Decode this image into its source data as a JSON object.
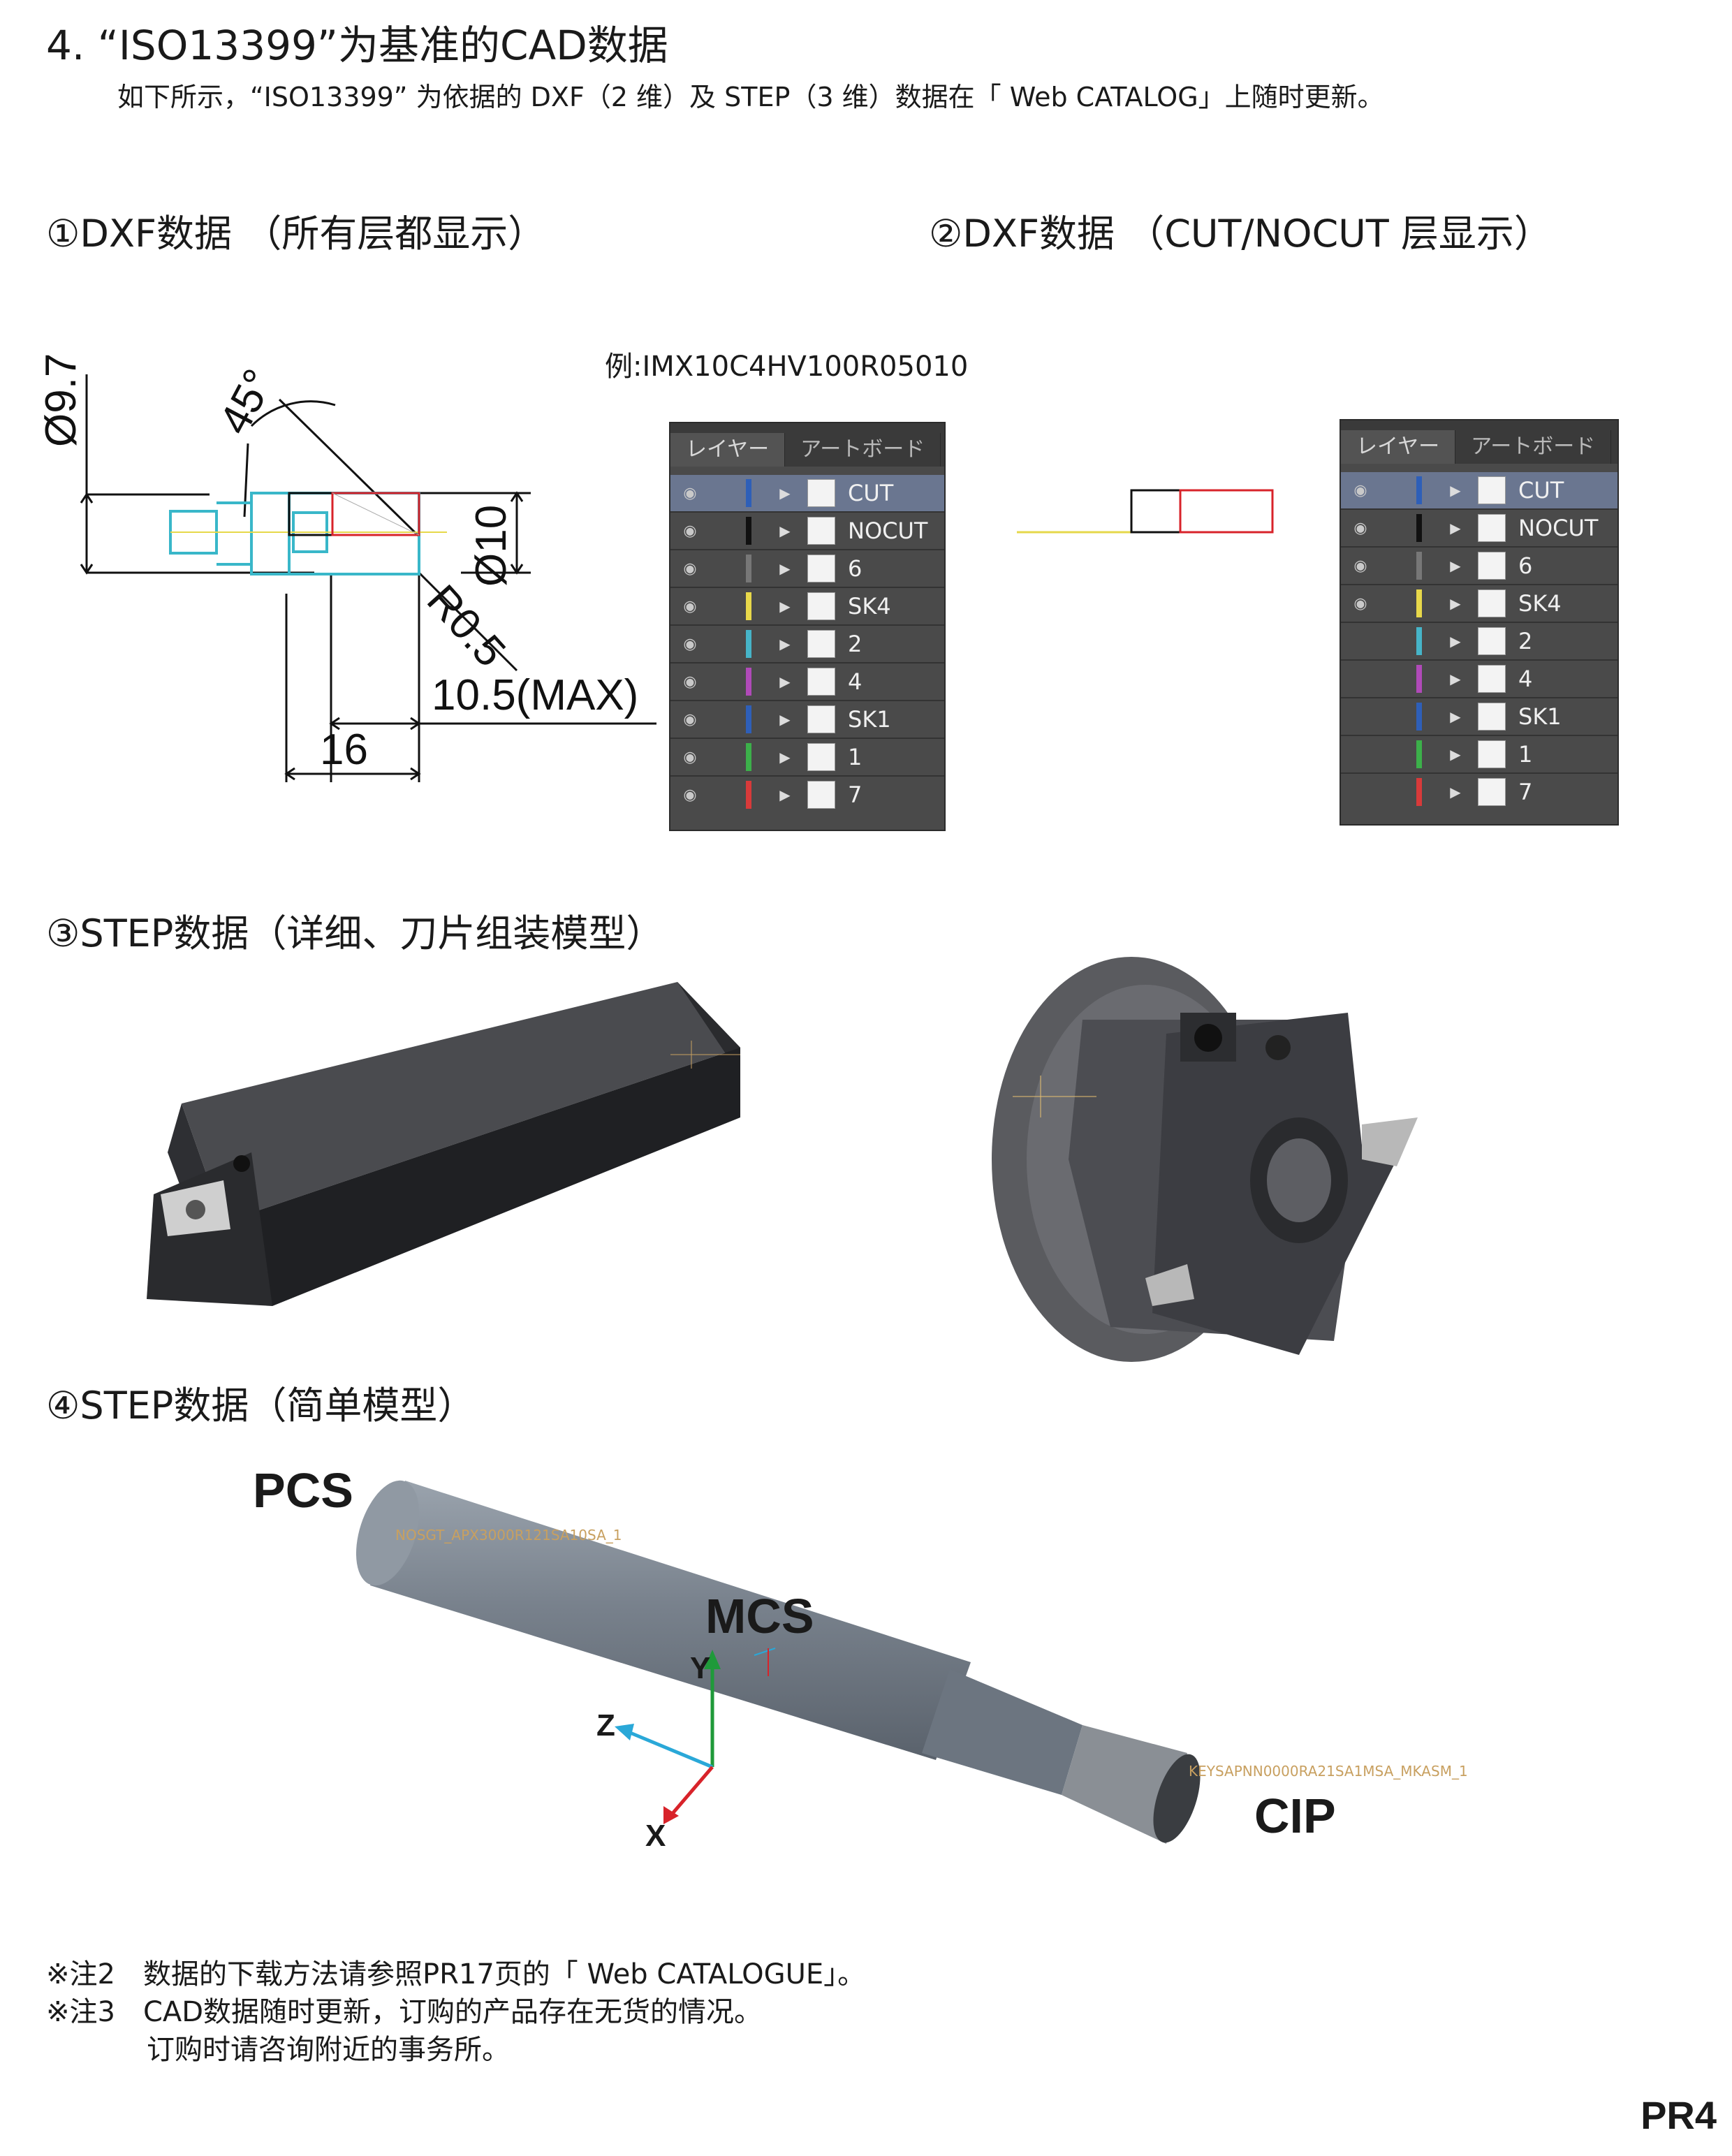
{
  "header": {
    "title": "4.  “ISO13399”为基准的CAD数据",
    "intro": "如下所示，“ISO13399” 为依据的 DXF（2 维）及 STEP（3 维）数据在「 Web CATALOG」上随时更新。"
  },
  "sections": {
    "dxf_all": "①DXF数据 （所有层都显示）",
    "dxf_cut": "②DXF数据 （CUT/NOCUT 层显示）",
    "step_detail": "③STEP数据（详细、刀片组装模型）",
    "step_simple": "④STEP数据（简单模型）"
  },
  "drawing": {
    "dim_dia97": "Ø9.7",
    "dim_angle": "45°",
    "dim_dia10": "Ø10",
    "dim_radius": "R0.5",
    "dim_max": "10.5(MAX)",
    "dim_16": "16"
  },
  "example": "例:IMX10C4HV100R05010",
  "layer_panel": {
    "tabs": [
      "レイヤー",
      "アートボード"
    ],
    "layers": [
      {
        "name": "CUT",
        "color": "#2e5fb8",
        "selected": true
      },
      {
        "name": "NOCUT",
        "color": "#111111",
        "selected": false
      },
      {
        "name": "6",
        "color": "#777777",
        "selected": false
      },
      {
        "name": "SK4",
        "color": "#e8d84a",
        "selected": false
      },
      {
        "name": "2",
        "color": "#46b4c8",
        "selected": false
      },
      {
        "name": "4",
        "color": "#b04ab8",
        "selected": false
      },
      {
        "name": "SK1",
        "color": "#2e5fb8",
        "selected": false
      },
      {
        "name": "1",
        "color": "#3cb04a",
        "selected": false
      },
      {
        "name": "7",
        "color": "#d83a3a",
        "selected": false
      }
    ],
    "visible_left": [
      true,
      true,
      true,
      true,
      true,
      true,
      true,
      true,
      true
    ],
    "visible_right": [
      true,
      true,
      true,
      true,
      false,
      false,
      false,
      false,
      false
    ]
  },
  "step": {
    "pcs": "PCS",
    "mcs": "MCS",
    "cip": "CIP",
    "axis_x": "X",
    "axis_y": "Y",
    "axis_z": "Z",
    "label_pcs_tag": "NOSGT_APX3000R121SA10SA_1",
    "label_cip_tag": "KEYSAPNN0000RA21SA1MSA_MKASM_1"
  },
  "notes": {
    "note2": "※注2　数据的下载方法请参照PR17页的「 Web CATALOGUE」。",
    "note3": "※注3　CAD数据随时更新，订购的产品存在无货的情况。",
    "note3b": "订购时请咨询附近的事务所。"
  },
  "page_number": "PR4"
}
